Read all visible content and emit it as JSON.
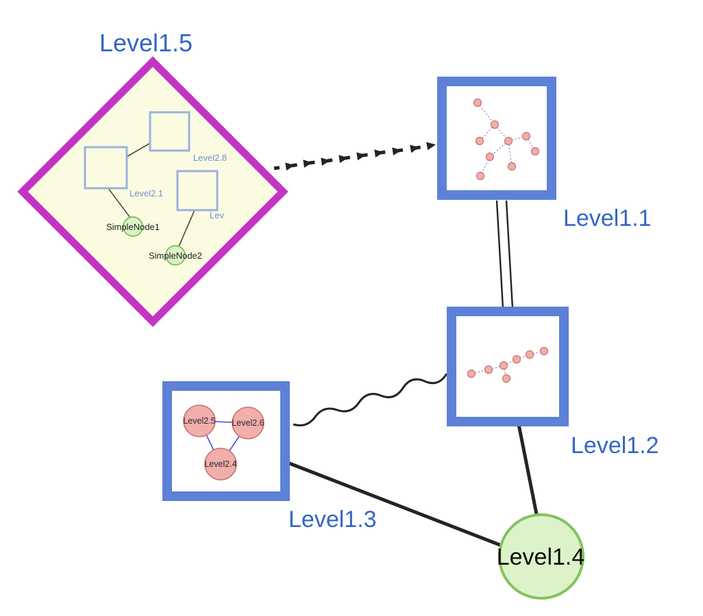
{
  "diagram": {
    "nodes": {
      "level1_5": {
        "label": "Level1.5",
        "type": "group-diamond"
      },
      "level1_1": {
        "label": "Level1.1",
        "type": "group-square"
      },
      "level1_2": {
        "label": "Level1.2",
        "type": "group-square"
      },
      "level1_3": {
        "label": "Level1.3",
        "type": "group-square"
      },
      "level1_4": {
        "label": "Level1.4",
        "type": "circle"
      },
      "level2_8": {
        "label": "Level2.8",
        "type": "inner-square"
      },
      "level2_1": {
        "label": "Level2.1",
        "type": "inner-square"
      },
      "level2_truncated": {
        "label": "Lev",
        "type": "inner-square"
      },
      "simple_node1": {
        "label": "SimpleNode1",
        "type": "inner-circle"
      },
      "simple_node2": {
        "label": "SimpleNode2",
        "type": "inner-circle"
      },
      "level2_5": {
        "label": "Level2.5",
        "type": "inner-circle"
      },
      "level2_6": {
        "label": "Level2.6",
        "type": "inner-circle"
      },
      "level2_4": {
        "label": "Level2.4",
        "type": "inner-circle"
      }
    },
    "edges": [
      {
        "from": "Level1.5",
        "to": "Level1.1",
        "style": "dashed-arrow-chain"
      },
      {
        "from": "Level1.1",
        "to": "Level1.2",
        "style": "double-line"
      },
      {
        "from": "Level1.3",
        "to": "Level1.2",
        "style": "wavy"
      },
      {
        "from": "Level1.3",
        "to": "Level1.4",
        "style": "solid"
      },
      {
        "from": "Level1.2",
        "to": "Level1.4",
        "style": "solid"
      }
    ],
    "colors": {
      "label_blue": "#3565C4",
      "inner_label_blue": "#6E8FD0",
      "diamond_border": "#C434C4",
      "pale_yellow": "#FBFBE2",
      "square_border": "#5C81D6",
      "inner_square_border": "#9AB2DC",
      "green_fill": "#DCF3C9",
      "green_border": "#84C25E",
      "pink_fill": "#F1AEAA",
      "pink_border": "#C6736E",
      "edge_dark": "#242424",
      "mini_edge_blue": "#8585D6",
      "triangle_edge_blue": "#4A4AD0"
    }
  }
}
